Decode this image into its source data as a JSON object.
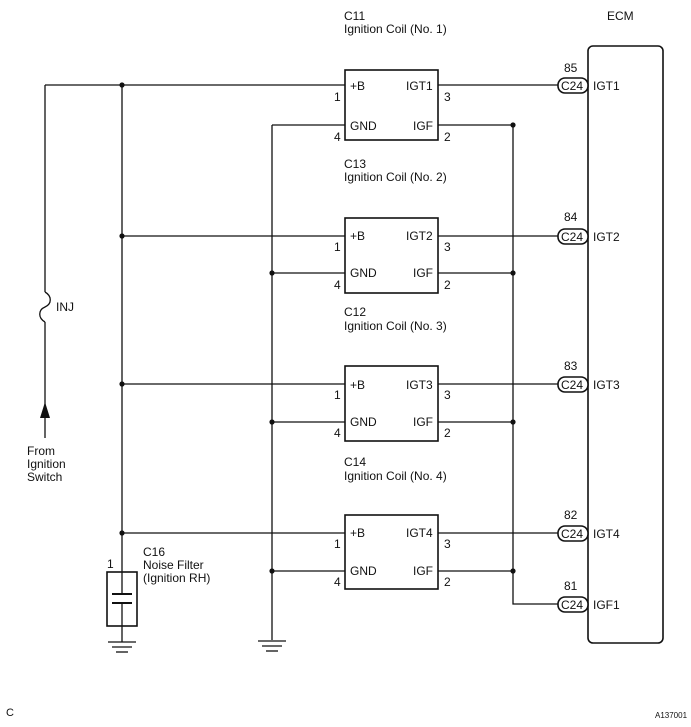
{
  "ecm": {
    "label": "ECM"
  },
  "coils": [
    {
      "id": "C11",
      "name": "Ignition Coil (No. 1)",
      "pin_b": "+B",
      "pin_igt": "IGT1",
      "pin_gnd": "GND",
      "pin_igf": "IGF",
      "n1": "1",
      "n3": "3",
      "n4": "4",
      "n2": "2"
    },
    {
      "id": "C13",
      "name": "Ignition Coil (No. 2)",
      "pin_b": "+B",
      "pin_igt": "IGT2",
      "pin_gnd": "GND",
      "pin_igf": "IGF",
      "n1": "1",
      "n3": "3",
      "n4": "4",
      "n2": "2"
    },
    {
      "id": "C12",
      "name": "Ignition Coil (No. 3)",
      "pin_b": "+B",
      "pin_igt": "IGT3",
      "pin_gnd": "GND",
      "pin_igf": "IGF",
      "n1": "1",
      "n3": "3",
      "n4": "4",
      "n2": "2"
    },
    {
      "id": "C14",
      "name": "Ignition Coil (No. 4)",
      "pin_b": "+B",
      "pin_igt": "IGT4",
      "pin_gnd": "GND",
      "pin_igf": "IGF",
      "n1": "1",
      "n3": "3",
      "n4": "4",
      "n2": "2"
    }
  ],
  "ecm_pins": [
    {
      "num": "85",
      "conn": "C24",
      "label": "IGT1"
    },
    {
      "num": "84",
      "conn": "C24",
      "label": "IGT2"
    },
    {
      "num": "83",
      "conn": "C24",
      "label": "IGT3"
    },
    {
      "num": "82",
      "conn": "C24",
      "label": "IGT4"
    },
    {
      "num": "81",
      "conn": "C24",
      "label": "IGF1"
    }
  ],
  "noise_filter": {
    "id": "C16",
    "line1": "Noise Filter",
    "line2": "(Ignition RH)",
    "pin": "1"
  },
  "fuse": {
    "label": "INJ"
  },
  "source": {
    "line1": "From",
    "line2": "Ignition",
    "line3": "Switch"
  },
  "corner_left": "C",
  "figure_code": "A137001"
}
